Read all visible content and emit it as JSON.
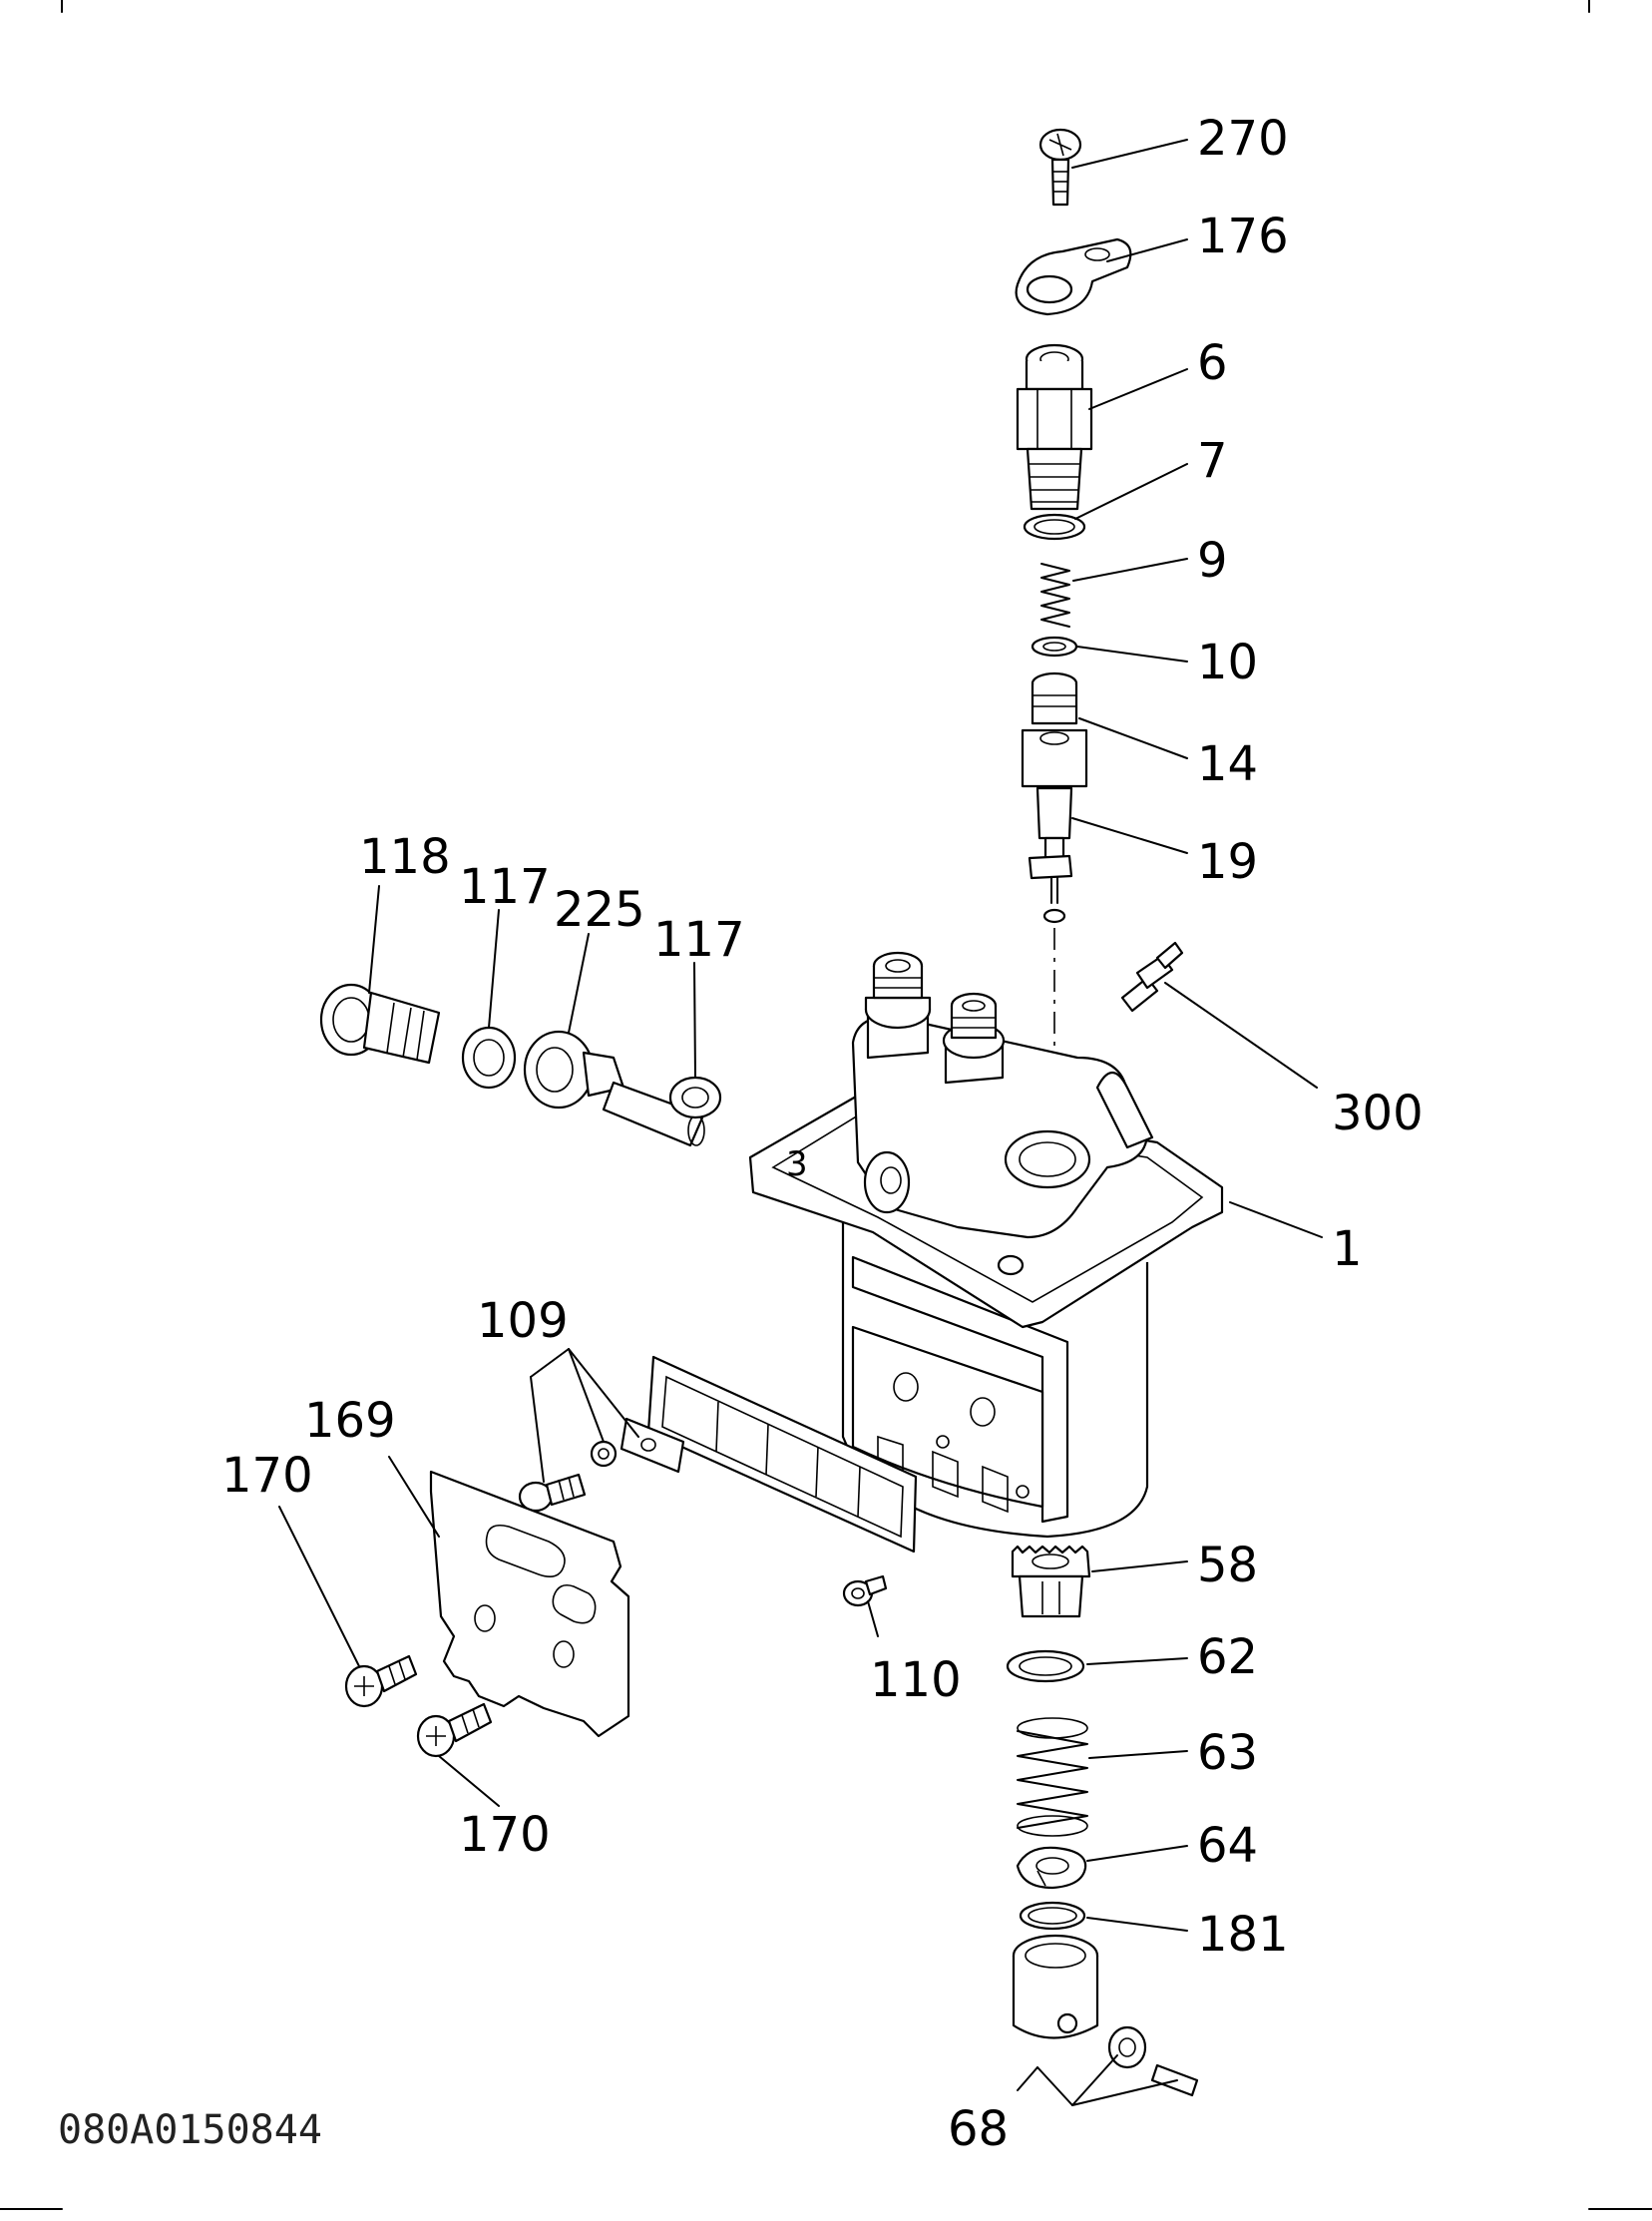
{
  "drawing_code": "080A0150844",
  "callouts": {
    "c270": "270",
    "c176": "176",
    "c6": "6",
    "c7": "7",
    "c9": "9",
    "c10": "10",
    "c14": "14",
    "c19": "19",
    "c118": "118",
    "c117a": "117",
    "c225": "225",
    "c117b": "117",
    "c300": "300",
    "c1": "1",
    "c109": "109",
    "c169": "169",
    "c170a": "170",
    "c170b": "170",
    "c110": "110",
    "c58": "58",
    "c62": "62",
    "c63": "63",
    "c64": "64",
    "c181": "181",
    "c68": "68"
  }
}
